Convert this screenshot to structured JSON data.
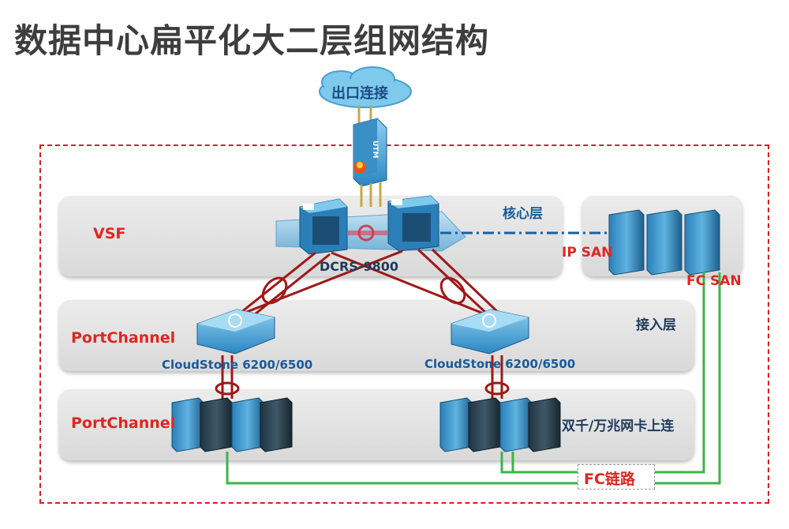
{
  "title": "数据中心扁平化大二层组网结构",
  "cloud_label": "出口连接",
  "firewall_label": "UTM",
  "layers": {
    "core": {
      "name": "核心层",
      "left_label": "VSF",
      "device_label": "DCRS-9800"
    },
    "access": {
      "name": "接入层",
      "left_label": "PortChannel",
      "switch_left_label": "CloudStone 6200/6500",
      "switch_right_label": "CloudStone 6200/6500"
    },
    "server": {
      "left_label": "PortChannel",
      "uplink_label": "双千/万兆网卡上连"
    }
  },
  "storage": {
    "ip_san_label": "IP SAN",
    "fc_san_label": "FC SAN"
  },
  "fc_link_label": "FC链路",
  "colors": {
    "red": "#e0261f",
    "border_red": "#d62020",
    "green": "#3cb44a",
    "link_red": "#a01818",
    "blue_dash": "#1a5fa8"
  }
}
